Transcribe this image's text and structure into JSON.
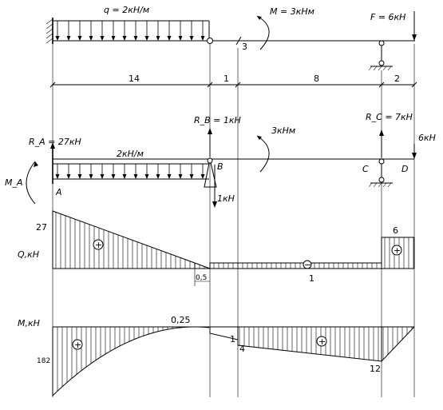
{
  "top_beam": {
    "load_q": "q = 2кН/м",
    "moment_m": "M = 3кНм",
    "force_f": "F = 6кН",
    "hinge_label": "3"
  },
  "dimensions": [
    "14",
    "1",
    "8",
    "2"
  ],
  "calc_scheme": {
    "reaction_a": "R_A = 27кН",
    "moment_a": "M_A",
    "reaction_b": "R_B = 1кН",
    "reaction_c": "R_C = 7кН",
    "dist_load": "2кН/м",
    "moment": "3кНм",
    "force_d": "6кН",
    "force_b_down": "1кН",
    "point_a": "A",
    "point_b": "B",
    "point_c": "C",
    "point_d": "D"
  },
  "q_diagram": {
    "axis_label": "Q,кН",
    "value_27": "27",
    "value_6": "6",
    "value_1": "1",
    "value_05": "0,5",
    "sign_pos_1": "+",
    "sign_neg": "−",
    "sign_pos_2": "+"
  },
  "m_diagram": {
    "axis_label": "M,кН",
    "value_182": "182",
    "value_025": "0,25",
    "value_1": "1",
    "value_4": "4",
    "value_12": "12",
    "sign_pos_1": "+",
    "sign_pos_2": "+"
  }
}
